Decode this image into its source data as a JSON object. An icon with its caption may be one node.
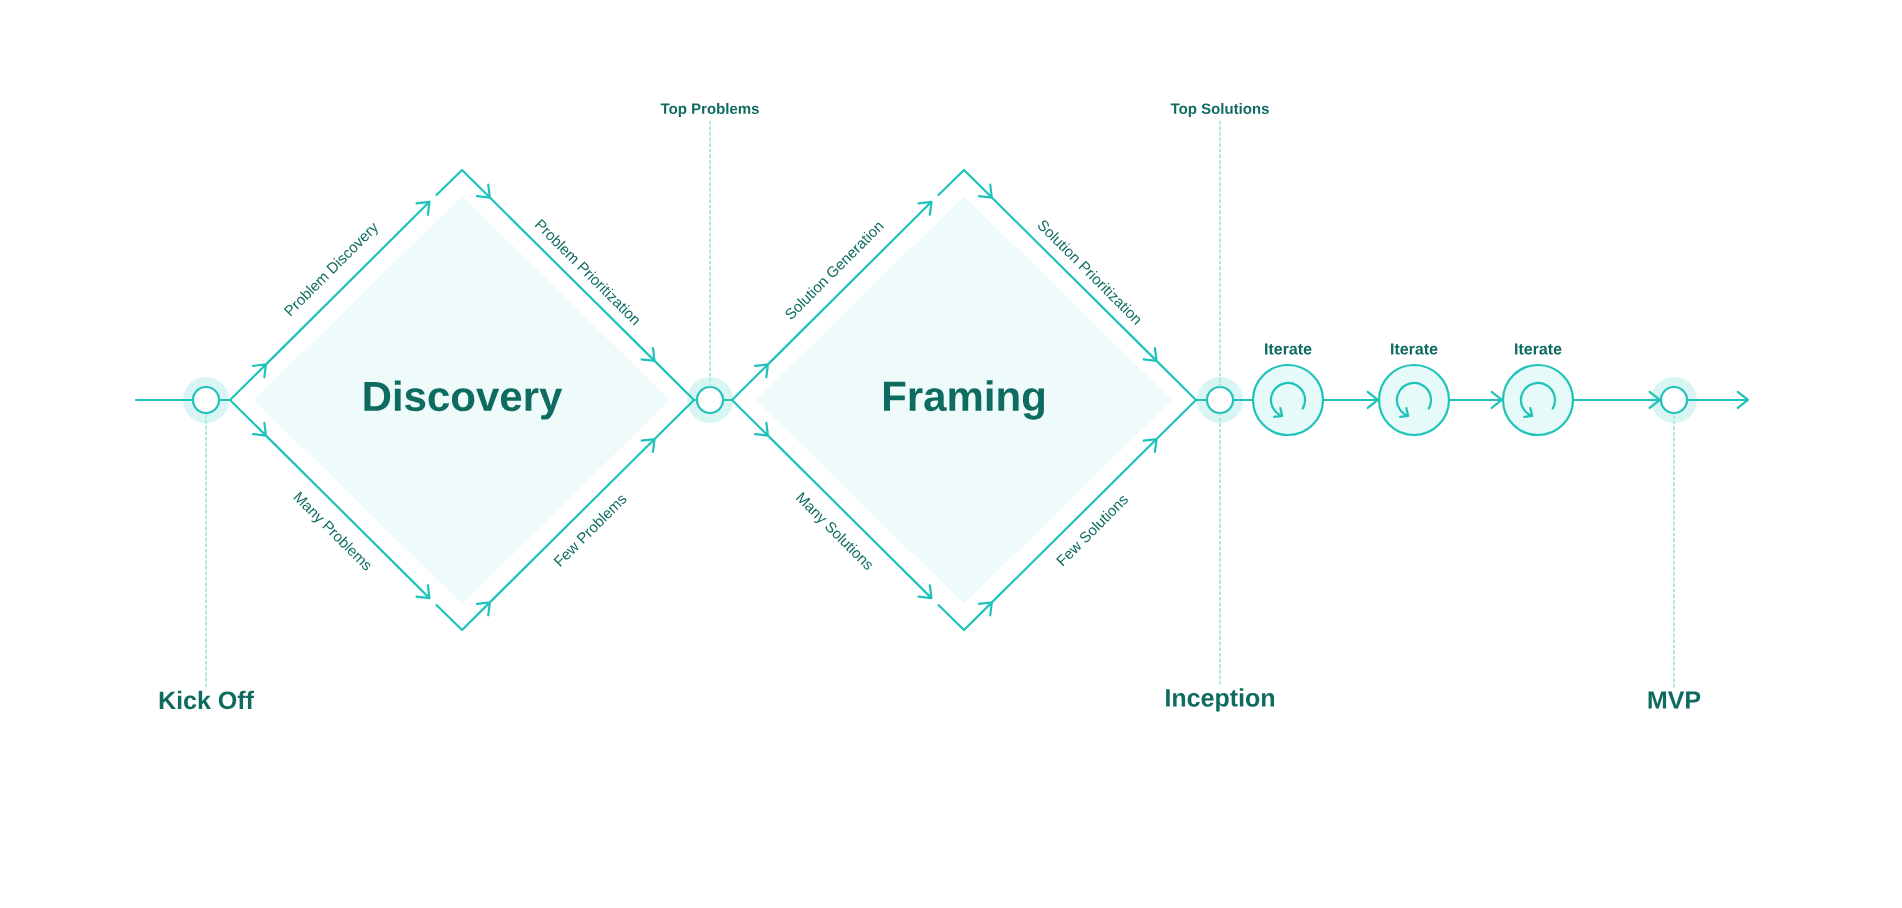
{
  "diagram": {
    "nodes": [
      {
        "text": [],
        "shape": "circle"
      },
      {
        "text": [
          "Kick Off"
        ]
      },
      {
        "text": [
          "Discovery"
        ]
      },
      {
        "text": [],
        "shape": "circle"
      },
      {
        "text": [
          "Top Problems"
        ]
      },
      {
        "text": [
          "Framing"
        ]
      },
      {
        "text": [],
        "shape": "circle"
      },
      {
        "text": [
          "Top Solutions"
        ]
      },
      {
        "text": [
          "Inception"
        ]
      },
      {
        "text": [
          "Iterate"
        ]
      },
      {
        "text": [
          "Iterate"
        ]
      },
      {
        "text": [
          "Iterate"
        ]
      },
      {
        "text": [],
        "shape": "circle"
      },
      {
        "text": [
          "MVP"
        ]
      }
    ],
    "edges": [
      {
        "from": null,
        "to": 0,
        "arrow": "none"
      },
      {
        "from": 0,
        "to": 2,
        "arrow": "to",
        "label": "Problem Discovery"
      },
      {
        "from": 2,
        "to": 3,
        "arrow": "to",
        "label": "Problem Prioritization"
      },
      {
        "from": 0,
        "to": 2,
        "arrow": "to",
        "label": "Many Problems"
      },
      {
        "from": 2,
        "to": 3,
        "arrow": "to",
        "label": "Few Problems"
      },
      {
        "from": 3,
        "to": 5,
        "arrow": "to",
        "label": "Solution Generation"
      },
      {
        "from": 5,
        "to": 6,
        "arrow": "to",
        "label": "Solution Prioritization"
      },
      {
        "from": 3,
        "to": 5,
        "arrow": "to",
        "label": "Many Solutions"
      },
      {
        "from": 5,
        "to": 6,
        "arrow": "to",
        "label": "Few Solutions"
      },
      {
        "from": 6,
        "to": 9,
        "arrow": "none"
      },
      {
        "from": 9,
        "to": 10,
        "arrow": "to"
      },
      {
        "from": 10,
        "to": 11,
        "arrow": "to"
      },
      {
        "from": 11,
        "to": 12,
        "arrow": "to"
      },
      {
        "from": 12,
        "to": null,
        "arrow": "to"
      },
      {
        "from": 1,
        "to": 0,
        "arrow": "none",
        "style": "dashed",
        "color": "#a8e6e2"
      },
      {
        "from": 4,
        "to": 3,
        "arrow": "none",
        "style": "dashed",
        "color": "#a8e6e2"
      },
      {
        "from": 7,
        "to": 6,
        "arrow": "none",
        "style": "dashed",
        "color": "#a8e6e2"
      },
      {
        "from": 8,
        "to": 6,
        "arrow": "none",
        "style": "dashed",
        "color": "#a8e6e2"
      },
      {
        "from": 13,
        "to": 12,
        "arrow": "none",
        "style": "dashed",
        "color": "#a8e6e2"
      }
    ]
  }
}
